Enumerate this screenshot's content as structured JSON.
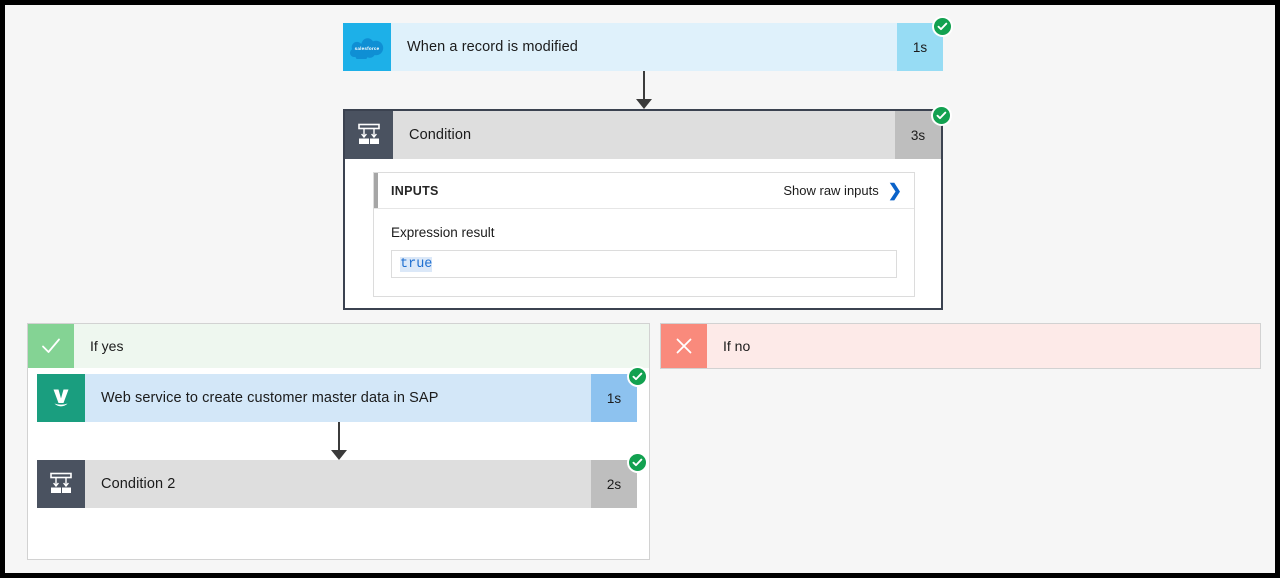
{
  "theme": {
    "page_background": "#f6f6f6",
    "frame_color": "#000000",
    "status_green": "#12a150",
    "trigger_blue": "#dff1fb",
    "trigger_icon_blue": "#1db0e8",
    "action_blue": "#d3e7f8",
    "action_icon_teal": "#1a9e7f",
    "condition_gray": "#dedede",
    "condition_icon_dark": "#4a5260",
    "yes_green": "#84d394",
    "no_red": "#f98a7c",
    "link_blue": "#0a62c9",
    "value_blue": "#1f6fd0"
  },
  "flow": {
    "trigger": {
      "icon": "salesforce-cloud-icon",
      "title": "When a record is modified",
      "duration": "1s",
      "status": "succeeded",
      "status_icon": "check-circle-icon"
    },
    "condition": {
      "icon": "condition-branch-icon",
      "title": "Condition",
      "duration": "3s",
      "status": "succeeded",
      "status_icon": "check-circle-icon",
      "inputs": {
        "section_label": "INPUTS",
        "show_raw_label": "Show raw inputs",
        "show_raw_icon": "chevron-right-icon",
        "field_label": "Expression result",
        "field_value": "true"
      }
    },
    "branch_yes": {
      "icon": "check-icon",
      "label": "If yes",
      "actions": [
        {
          "icon": "vendor-v-icon",
          "title": "Web service to create customer master data in SAP",
          "duration": "1s",
          "status": "succeeded",
          "status_icon": "check-circle-icon"
        },
        {
          "icon": "condition-branch-icon",
          "title": "Condition 2",
          "duration": "2s",
          "status": "succeeded",
          "status_icon": "check-circle-icon"
        }
      ]
    },
    "branch_no": {
      "icon": "close-x-icon",
      "label": "If no",
      "actions": []
    }
  }
}
